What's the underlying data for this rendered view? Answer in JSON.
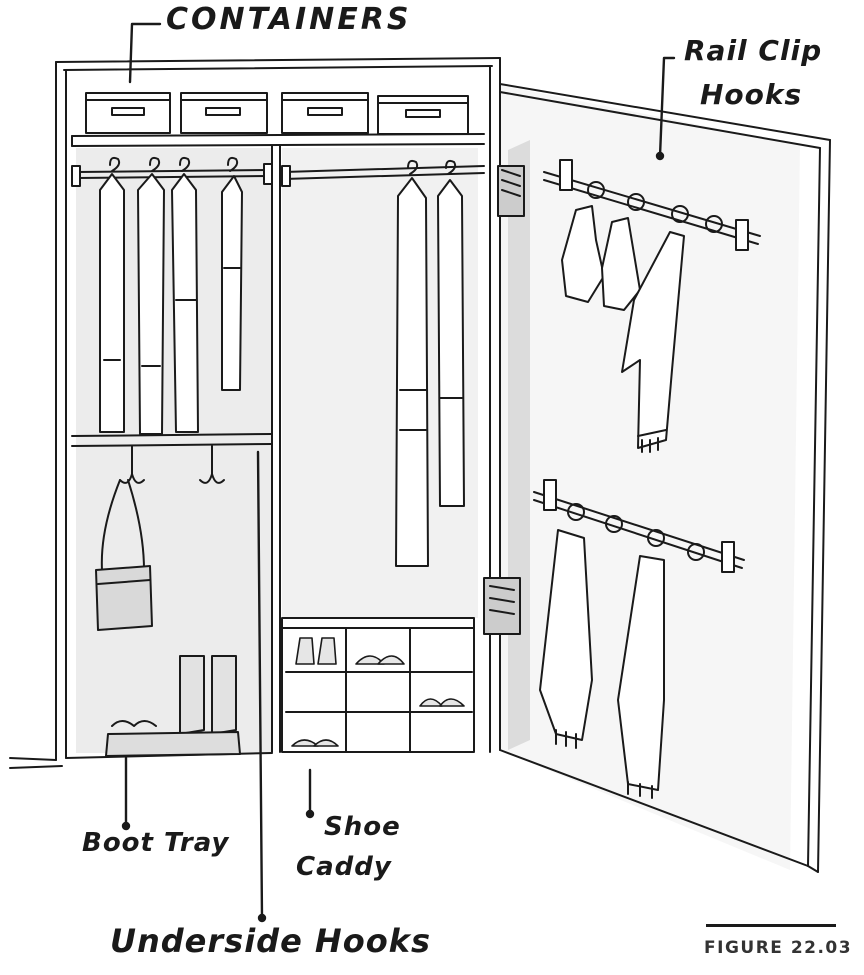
{
  "labels": {
    "containers": "CONTAINERS",
    "rail_clip_hooks_line1": "Rail Clip",
    "rail_clip_hooks_line2": "Hooks",
    "boot_tray": "Boot Tray",
    "shoe_caddy_line1": "Shoe",
    "shoe_caddy_line2": "Caddy",
    "underside_hooks": "Underside Hooks"
  },
  "caption": {
    "figure": "FIGURE 22.03"
  },
  "colors": {
    "ink": "#1a1a1a",
    "wall_shade": "#e4e4e4",
    "shadow": "#cfcfcf",
    "paper": "#ffffff"
  }
}
